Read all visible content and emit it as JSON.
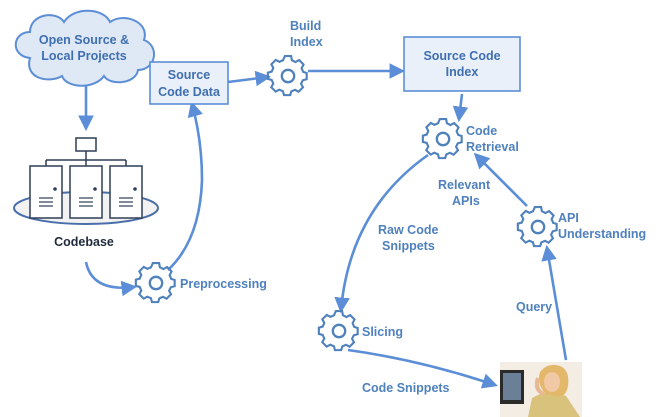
{
  "nodes": {
    "cloud": {
      "line1": "Open Source &",
      "line2": "Local Projects"
    },
    "codebase": {
      "label": "Codebase"
    },
    "source_code_data": {
      "line1": "Source",
      "line2": "Code Data"
    },
    "build_index": {
      "line1": "Build",
      "line2": "Index"
    },
    "source_code_index": {
      "line1": "Source Code",
      "line2": "Index"
    },
    "code_retrieval": {
      "line1": "Code",
      "line2": "Retrieval"
    },
    "preprocessing": {
      "label": "Preprocessing"
    },
    "api_understanding": {
      "line1": "API",
      "line2": "Understanding"
    },
    "slicing": {
      "label": "Slicing"
    },
    "user": {
      "icon": "person-at-computer-icon"
    }
  },
  "edges": {
    "relevant_apis": {
      "line1": "Relevant",
      "line2": "APIs"
    },
    "raw_code_snippets": {
      "line1": "Raw Code",
      "line2": "Snippets"
    },
    "query": {
      "label": "Query"
    },
    "code_snippets": {
      "label": "Code Snippets"
    }
  },
  "colors": {
    "accent": "#4f81bd",
    "edge": "#5b8ed6",
    "box_fill": "#e9f0f9",
    "cloud_fill": "#dfe8f5",
    "dark_text": "#1f2a3a"
  }
}
